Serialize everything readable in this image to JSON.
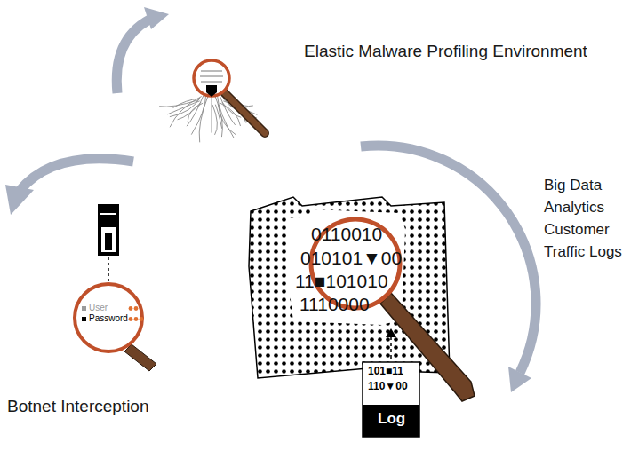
{
  "diagram": {
    "nodes": [
      {
        "text": [
          "Elastic Malware Profiling Environment"
        ]
      },
      {
        "text": [
          "Big Data Analytics Customer Traffic Logs"
        ]
      },
      {
        "text": [
          "Botnet Interception"
        ]
      }
    ],
    "labels": [
      "User",
      "Password",
      "0110010",
      "010101▼00",
      "11■101010",
      "1110000",
      "101■11",
      "110▼00",
      "Log"
    ]
  }
}
